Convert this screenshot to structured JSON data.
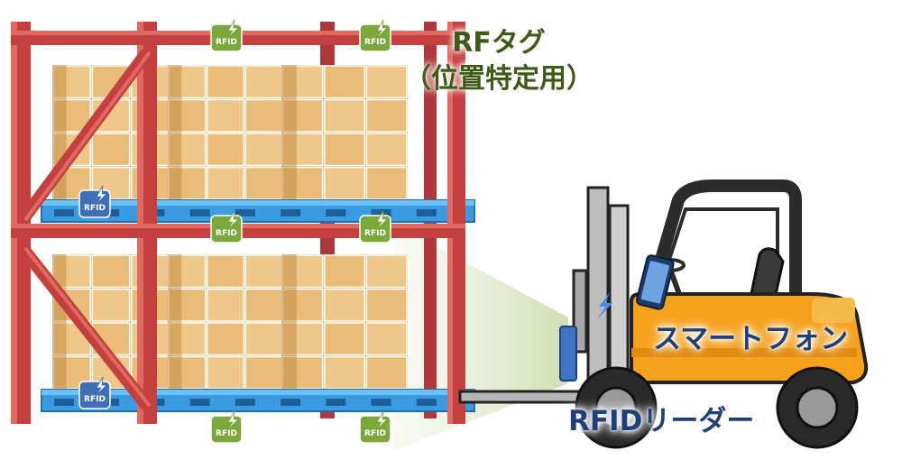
{
  "labels": {
    "rf_tag_line1": "RFタグ",
    "rf_tag_line2": "（位置特定用）",
    "smartphone": "スマートフォン",
    "rfid_reader": "RFIDリーダー"
  },
  "tag_text": "RFID",
  "tags": {
    "location_tag_color": "#7aa83a",
    "pallet_tag_color": "#3f6fb5"
  },
  "colors": {
    "rack": "#c4403f",
    "box": "#e6b56b",
    "pallet": "#3a9be0",
    "forklift_body": "#f5a11c",
    "reader": "#3f74c4",
    "label_blue": "#1e3f7a",
    "label_green": "#3d5a17"
  },
  "icons": {
    "tag_mark": "lightning-bolt-icon",
    "signal": "signal-lightning-icon"
  }
}
